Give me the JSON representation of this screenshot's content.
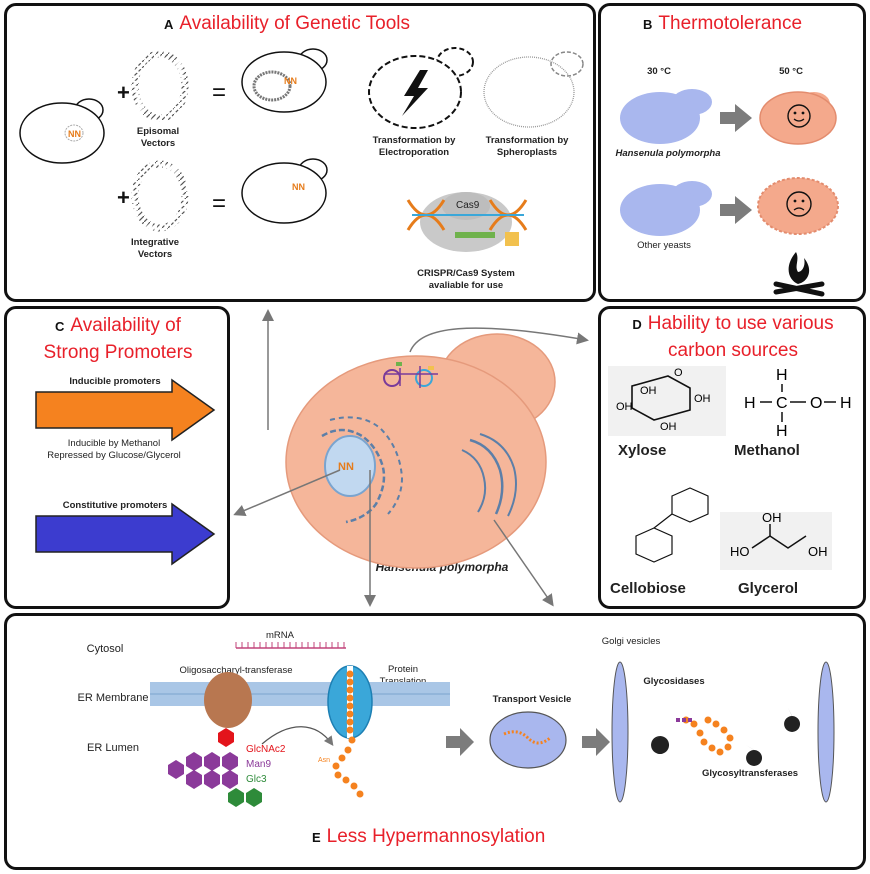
{
  "panel_a": {
    "letter": "A",
    "title": "Availability of Genetic Tools",
    "episomal": "Episomal Vectors",
    "integrative": "Integrative Vectors",
    "electroporation": "Transformation by Electroporation",
    "spheroplasts": "Transformation by Spheroplasts",
    "cas9": "Cas9",
    "crispr": "CRISPR/Cas9 System avaliable for use"
  },
  "panel_b": {
    "letter": "B",
    "title": "Thermotolerance",
    "temp_low": "30 °C",
    "temp_high": "50 °C",
    "organism": "Hansenula polymorpha",
    "other": "Other yeasts"
  },
  "panel_c": {
    "letter": "C",
    "title_line1": "Availability of",
    "title_line2": "Strong Promoters",
    "inducible": "Inducible promoters",
    "inducible_note": "Inducible by Methanol Repressed by Glucose/Glycerol",
    "constitutive": "Constitutive promoters",
    "arrow_orange": "#f5821f",
    "arrow_blue": "#3c3ccf"
  },
  "center": {
    "organism": "Hansenula polymorpha",
    "cell_color": "#f5b69a"
  },
  "panel_d": {
    "letter": "D",
    "title_line1": "Hability to use various",
    "title_line2": "carbon sources",
    "xylose": "Xylose",
    "methanol": "Methanol",
    "cellobiose": "Cellobiose",
    "glycerol": "Glycerol",
    "atoms": {
      "oh": "OH",
      "o": "O",
      "h": "H",
      "c": "C",
      "ho": "HO"
    }
  },
  "panel_e": {
    "letter": "E",
    "title": "Less Hypermannosylation",
    "cytosol": "Cytosol",
    "mrna": "mRNA",
    "ost": "Oligosaccharyl-transferase",
    "protein_translation": "Protein Translation",
    "er_membrane": "ER Membrane",
    "er_lumen": "ER Lumen",
    "glcnac": "GlcNAc2",
    "man": "Man9",
    "glc": "Glc3",
    "transport_vesicle": "Transport Vesicle",
    "golgi": "Golgi vesicles",
    "glycosidases": "Glycosidases",
    "glycosyltransferases": "Glycosyltransferases",
    "asn": "Asn"
  }
}
